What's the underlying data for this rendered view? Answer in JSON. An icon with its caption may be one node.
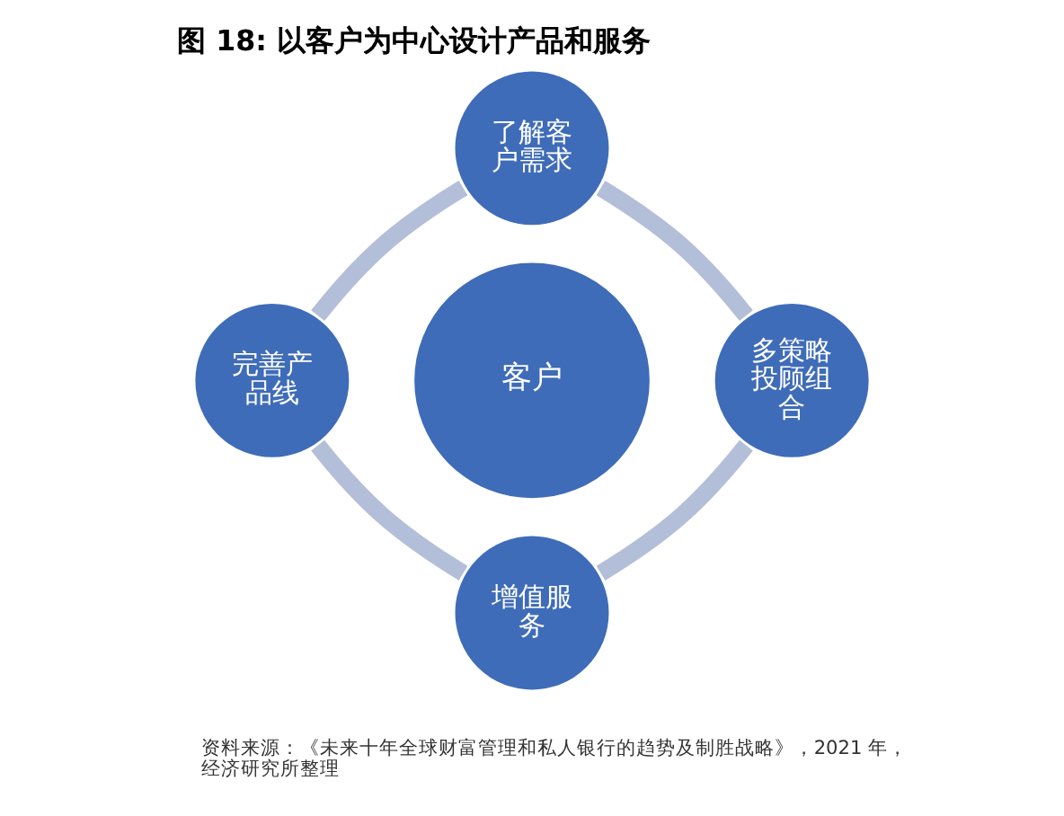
{
  "diagram": {
    "title": "图 18: 以客户为中心设计产品和服务",
    "caption": "资料来源：《未来十年全球财富管理和私人银行的趋势及制胜战略》，2021 年，经济研究所整理",
    "nodes": [
      {
        "text": [
          "了解客户需求"
        ]
      },
      {
        "text": [
          "完善产品线"
        ]
      },
      {
        "text": [
          "客户"
        ]
      },
      {
        "text": [
          "多策略投顾组合"
        ]
      },
      {
        "text": [
          "增值服务"
        ]
      }
    ],
    "edges": [
      {
        "from": 0,
        "to": 1,
        "arrow": "none"
      },
      {
        "from": 0,
        "to": 3,
        "arrow": "none"
      },
      {
        "from": 1,
        "to": 4,
        "arrow": "none"
      },
      {
        "from": 3,
        "to": 4,
        "arrow": "none"
      }
    ]
  }
}
